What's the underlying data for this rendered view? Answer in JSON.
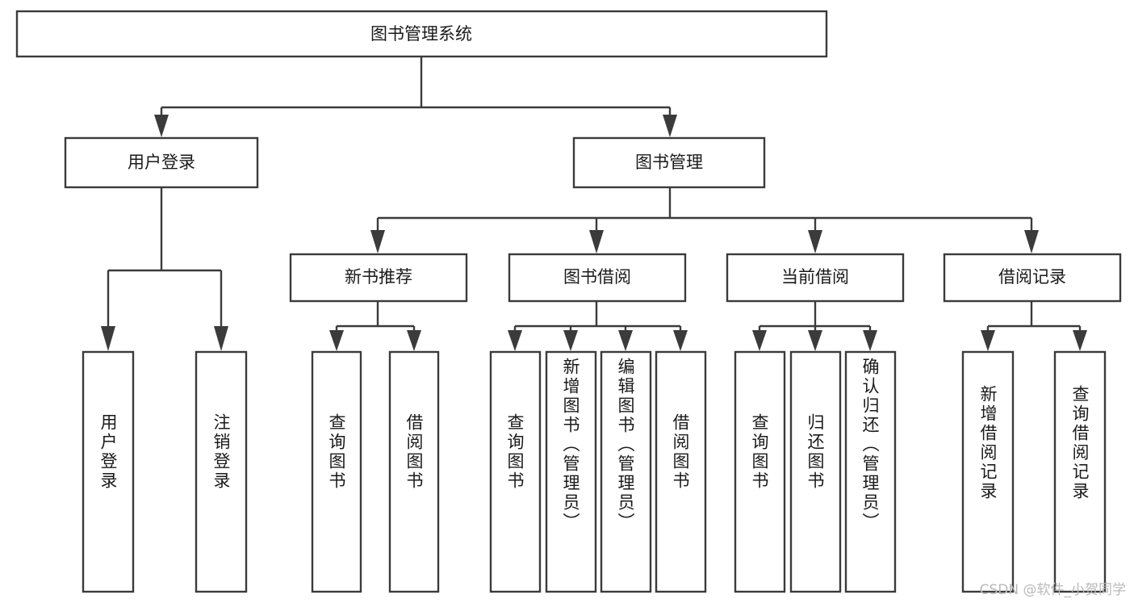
{
  "diagram": {
    "type": "tree",
    "title": "图书管理系统",
    "watermark": "CSDN @软件_小贺同学",
    "colors": {
      "stroke": "#3b3b3b",
      "box_fill": "#ffffff",
      "text": "#1a1a1a",
      "background": "#ffffff",
      "watermark": "#b9b9b9"
    },
    "nodes": {
      "root": {
        "label": "图书管理系统",
        "level": 0,
        "orientation": "horizontal"
      },
      "l1": [
        {
          "id": "user-login",
          "label": "用户登录",
          "orientation": "horizontal"
        },
        {
          "id": "book-manage",
          "label": "图书管理",
          "orientation": "horizontal"
        }
      ],
      "l2": [
        {
          "id": "new-book-recommend",
          "label": "新书推荐",
          "orientation": "horizontal"
        },
        {
          "id": "book-borrow",
          "label": "图书借阅",
          "orientation": "horizontal"
        },
        {
          "id": "current-borrow",
          "label": "当前借阅",
          "orientation": "horizontal"
        },
        {
          "id": "borrow-record",
          "label": "借阅记录",
          "orientation": "horizontal"
        }
      ],
      "leaves": {
        "user-login": [
          {
            "id": "leaf-user-login",
            "label": "用户登录",
            "orientation": "vertical"
          },
          {
            "id": "leaf-logout-login",
            "label": "注销登录",
            "orientation": "vertical"
          }
        ],
        "new-book-recommend": [
          {
            "id": "leaf-query-book-1",
            "label": "查询图书",
            "orientation": "vertical"
          },
          {
            "id": "leaf-borrow-book-1",
            "label": "借阅图书",
            "orientation": "vertical"
          }
        ],
        "book-borrow": [
          {
            "id": "leaf-query-book-2",
            "label": "查询图书",
            "orientation": "vertical"
          },
          {
            "id": "leaf-add-book",
            "label": "新增图书（管理员）",
            "orientation": "vertical"
          },
          {
            "id": "leaf-edit-book",
            "label": "编辑图书（管理员）",
            "orientation": "vertical"
          },
          {
            "id": "leaf-borrow-book-2",
            "label": "借阅图书",
            "orientation": "vertical"
          }
        ],
        "current-borrow": [
          {
            "id": "leaf-query-book-3",
            "label": "查询图书",
            "orientation": "vertical"
          },
          {
            "id": "leaf-return-book",
            "label": "归还图书",
            "orientation": "vertical"
          },
          {
            "id": "leaf-confirm-return",
            "label": "确认归还（管理员）",
            "orientation": "vertical"
          }
        ],
        "borrow-record": [
          {
            "id": "leaf-add-record",
            "label": "新增借阅记录",
            "orientation": "vertical"
          },
          {
            "id": "leaf-query-record",
            "label": "查询借阅记录",
            "orientation": "vertical"
          }
        ]
      }
    }
  }
}
